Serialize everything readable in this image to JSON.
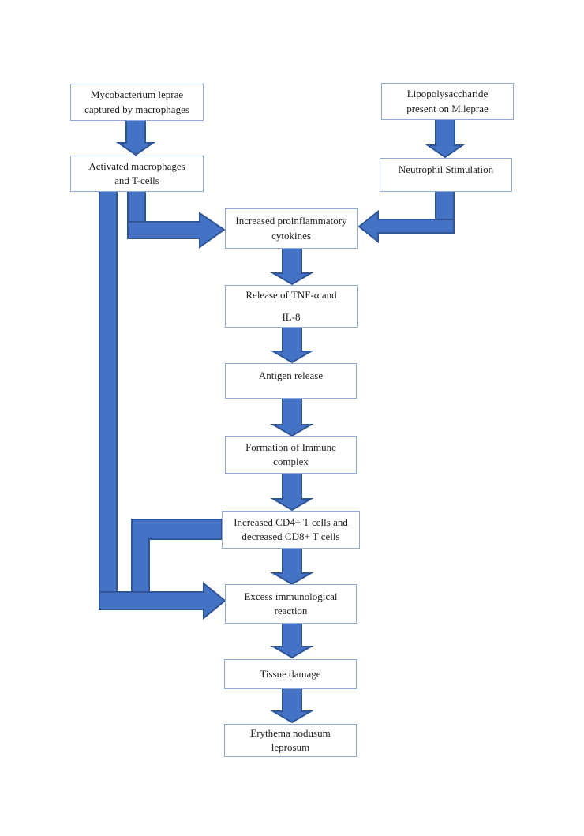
{
  "diagram": {
    "title": "Erythema nodusum leprosum pathogenesis flowchart",
    "colors": {
      "arrow_fill": "#4472C4",
      "arrow_outline": "#2F5597",
      "box_border": "#8EA9DB",
      "box_fill": "#ffffff",
      "text_color": "#1f1f1f",
      "background": "#ffffff"
    },
    "nodes": [
      {
        "id": "mycobacterium-captured",
        "label": "Mycobacterium leprae captured by macrophages",
        "lines": [
          "Mycobacterium leprae",
          "captured by macrophages"
        ]
      },
      {
        "id": "lipopolysaccharide",
        "label": "Lipopolysaccharide present on M.leprae",
        "lines": [
          "Lipopolysaccharide",
          "present on M.leprae"
        ]
      },
      {
        "id": "activated-macrophages",
        "label": "Activated macrophages and T-cells",
        "lines": [
          "Activated macrophages",
          "and T-cells"
        ]
      },
      {
        "id": "neutrophil-stimulation",
        "label": "Neutrophil Stimulation",
        "lines": [
          "Neutrophil Stimulation"
        ]
      },
      {
        "id": "increased-cytokines",
        "label": "Increased proinflammatory cytokines",
        "lines": [
          "Increased proinflammatory",
          "cytokines"
        ]
      },
      {
        "id": "tnf-il8-release",
        "label": "Release of TNF-α and IL-8",
        "lines": [
          "Release of TNF-α and",
          "IL-8"
        ]
      },
      {
        "id": "antigen-release",
        "label": "Antigen release",
        "lines": [
          "Antigen release"
        ]
      },
      {
        "id": "immune-complex-formation",
        "label": "Formation of Immune complex",
        "lines": [
          "Formation of Immune",
          "complex"
        ]
      },
      {
        "id": "cd4-cd8-change",
        "label": "Increased CD4+ T cells and decreased CD8+ T cells",
        "lines": [
          "Increased CD4+ T cells and",
          "decreased CD8+ T cells"
        ]
      },
      {
        "id": "excess-immunological-reaction",
        "label": "Excess immunological reaction",
        "lines": [
          "Excess immunological",
          "reaction"
        ]
      },
      {
        "id": "tissue-damage",
        "label": "Tissue damage",
        "lines": [
          "Tissue damage"
        ]
      },
      {
        "id": "erythema-nodusum-leprosum",
        "label": "Erythema nodusum leprosum",
        "lines": [
          "Erythema nodusum",
          "leprosum"
        ]
      }
    ],
    "edges": [
      {
        "from": "mycobacterium-captured",
        "to": "activated-macrophages"
      },
      {
        "from": "lipopolysaccharide",
        "to": "neutrophil-stimulation"
      },
      {
        "from": "activated-macrophages",
        "to": "increased-cytokines"
      },
      {
        "from": "neutrophil-stimulation",
        "to": "increased-cytokines"
      },
      {
        "from": "increased-cytokines",
        "to": "tnf-il8-release"
      },
      {
        "from": "tnf-il8-release",
        "to": "antigen-release"
      },
      {
        "from": "antigen-release",
        "to": "immune-complex-formation"
      },
      {
        "from": "immune-complex-formation",
        "to": "cd4-cd8-change"
      },
      {
        "from": "cd4-cd8-change",
        "to": "excess-immunological-reaction"
      },
      {
        "from": "activated-macrophages",
        "to": "excess-immunological-reaction"
      },
      {
        "from": "excess-immunological-reaction",
        "to": "tissue-damage"
      },
      {
        "from": "tissue-damage",
        "to": "erythema-nodusum-leprosum"
      }
    ]
  }
}
